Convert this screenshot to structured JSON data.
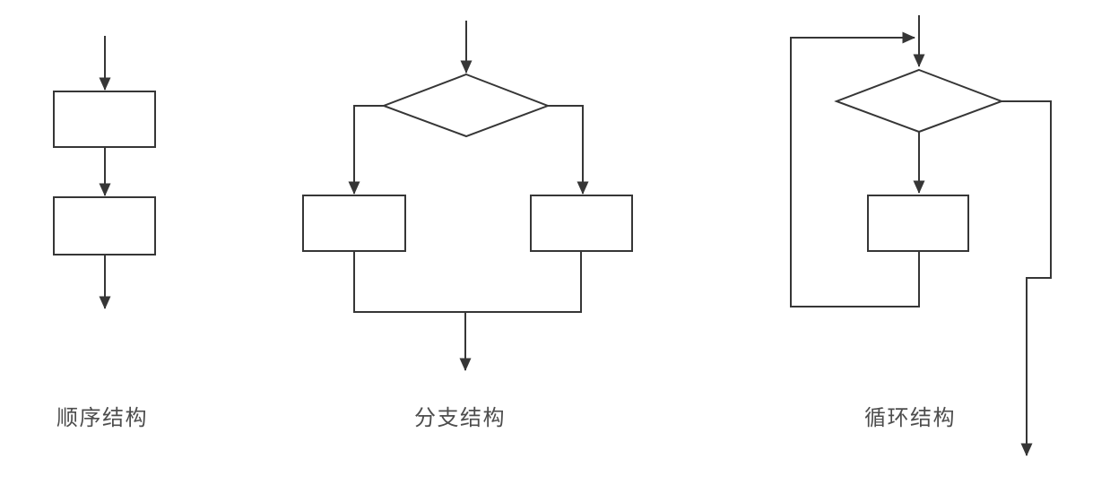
{
  "colors": {
    "line": "#363636",
    "label": "#4d4d4d",
    "background": "#ffffff"
  },
  "diagrams": {
    "sequence": {
      "label": "顺序结构"
    },
    "branch": {
      "label": "分支结构"
    },
    "loop": {
      "label": "循环结构"
    }
  }
}
